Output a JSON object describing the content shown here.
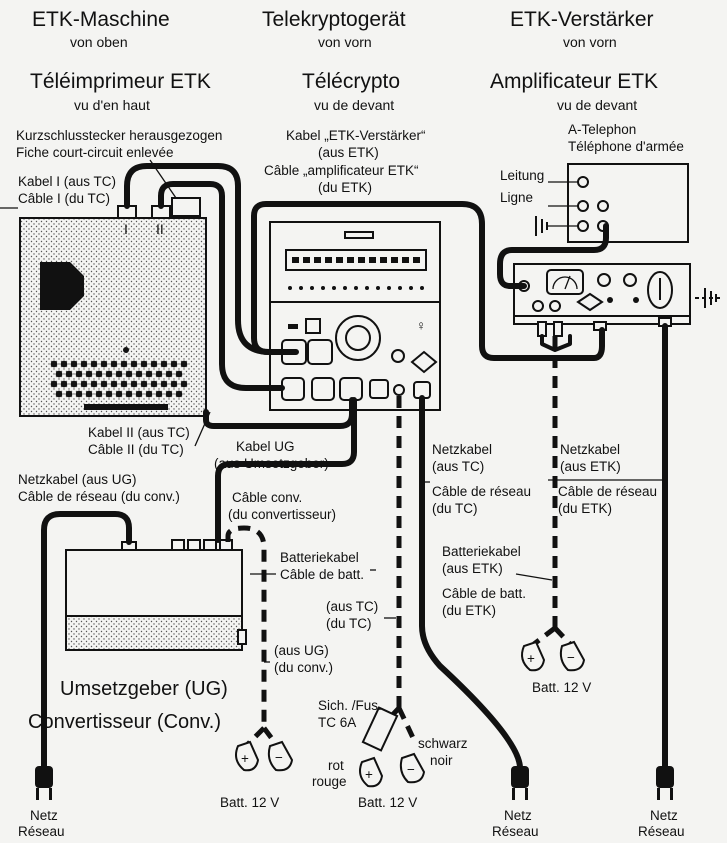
{
  "etk_machine": {
    "title_de": "ETK-Maschine",
    "view_de": "von oben",
    "title_fr": "Téléimprimeur ETK",
    "view_fr": "vu  d'en haut",
    "short_plug_de": "Kurzschlusstecker herausgezogen",
    "short_plug_fr": "Fiche court-circuit enlevée",
    "cable1_de": "Kabel I (aus TC)",
    "cable1_fr": "Câble I (du TC)",
    "port1": "I",
    "port2": "II"
  },
  "tc": {
    "title_de": "Telekryptogerät",
    "view_de": "von vorn",
    "title_fr": "Télécrypto",
    "view_fr": "vu de devant",
    "amp_cable_de_1": "Kabel „ETK-Verstärker“",
    "amp_cable_de_2": "(aus ETK)",
    "amp_cable_fr_1": "Câble „amplificateur ETK“",
    "amp_cable_fr_2": "(du ETK)"
  },
  "amplifier": {
    "title_de": "ETK-Verstärker",
    "view_de": "von vorn",
    "title_fr": "Amplificateur  ETK",
    "view_fr": "vu de devant",
    "phone_de": "A-Telephon",
    "phone_fr": "Téléphone d'armée",
    "line_de": "Leitung",
    "line_fr": "Ligne"
  },
  "cables": {
    "cable2_de": "Kabel II (aus TC)",
    "cable2_fr": "Câble II (du TC)",
    "ug_de_1": "Kabel  UG",
    "ug_de_2": "(aus Umsetzgeber)",
    "ug_fr_1": "Câble  conv.",
    "ug_fr_2": "(du convertisseur)",
    "mains_ug_de": "Netzkabel  (aus UG)",
    "mains_ug_fr": "Câble de réseau  (du conv.)",
    "mains_tc_de_1": "Netzkabel",
    "mains_tc_de_2": "(aus TC)",
    "mains_tc_fr_1": "Câble de réseau",
    "mains_tc_fr_2": "(du TC)",
    "mains_etk_de_1": "Netzkabel",
    "mains_etk_de_2": "(aus ETK)",
    "mains_etk_fr_1": "Câble de réseau",
    "mains_etk_fr_2": "(du ETK)",
    "batt_ug_de": "Batteriekabel",
    "batt_ug_fr": "Câble de batt.",
    "batt_tc_1": "(aus TC)",
    "batt_tc_2": "(du TC)",
    "batt_ug_2_de": "(aus UG)",
    "batt_ug_2_fr": "(du conv.)",
    "batt_etk_1": "Batteriekabel",
    "batt_etk_2": "(aus ETK)",
    "batt_etk_3": "Câble de batt.",
    "batt_etk_4": "(du ETK)"
  },
  "converter": {
    "title_1": "Umsetzgeber (UG)",
    "title_2": "Convertisseur (Conv.)"
  },
  "fuse": {
    "line1": "Sich. /Fus.",
    "line2": "TC    6A"
  },
  "polarity": {
    "red_de": "rot",
    "red_fr": "rouge",
    "black_de": "schwarz",
    "black_fr": "noir"
  },
  "battery": {
    "label": "Batt. 12 V"
  },
  "mains": {
    "de": "Netz",
    "fr": "Réseau"
  }
}
